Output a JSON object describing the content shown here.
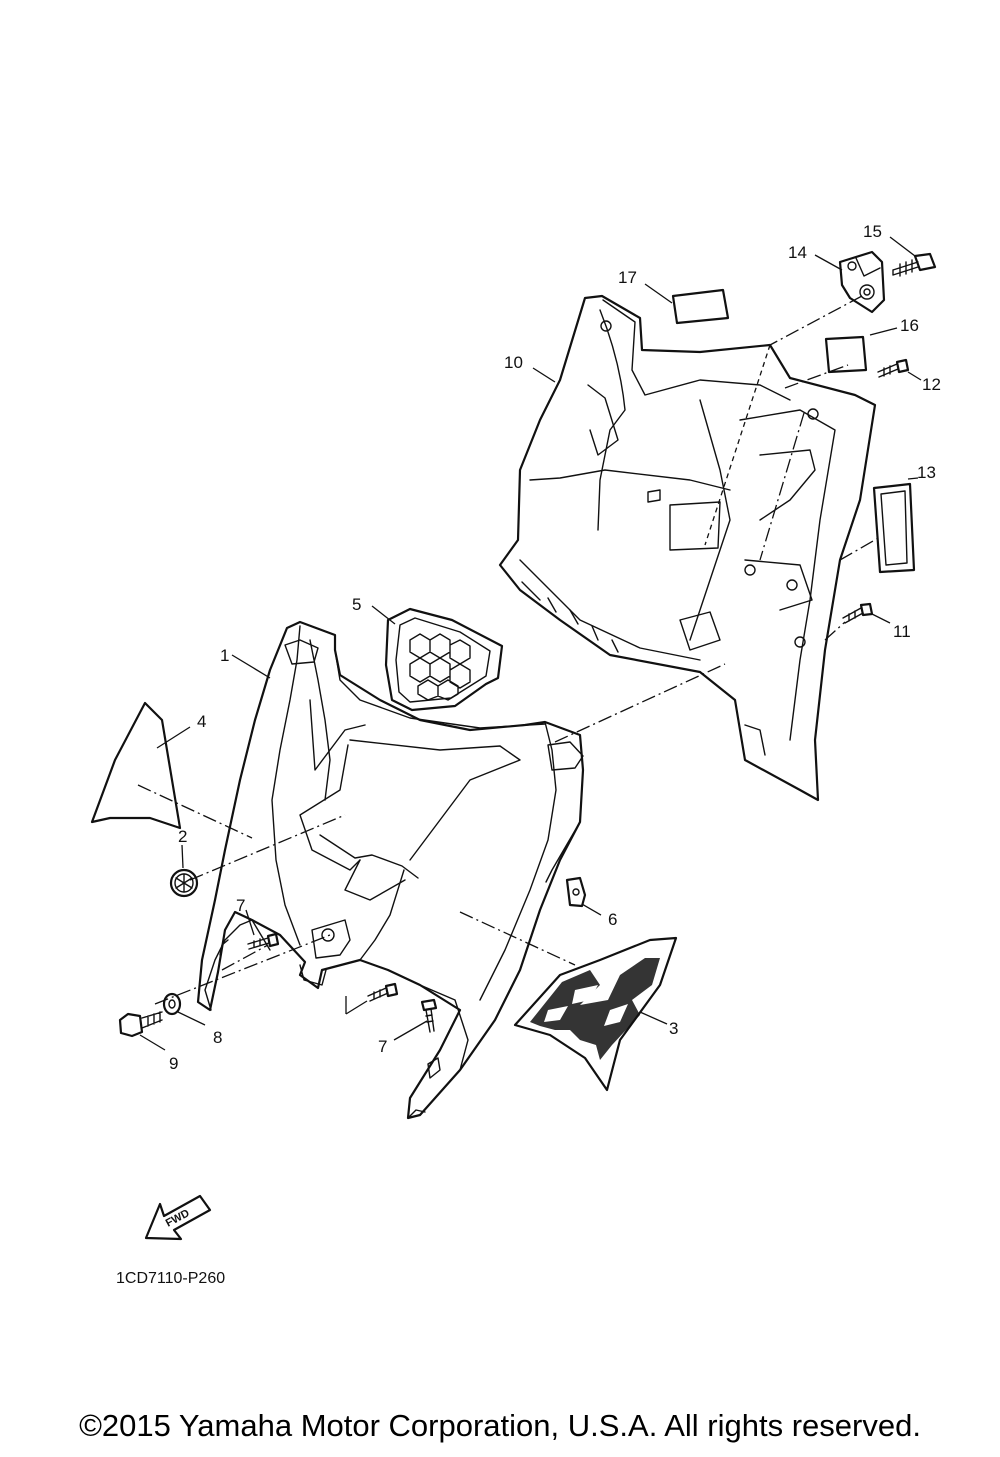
{
  "diagram": {
    "part_numbers": [
      "1",
      "2",
      "3",
      "4",
      "5",
      "6",
      "7",
      "7",
      "8",
      "9",
      "10",
      "11",
      "12",
      "13",
      "14",
      "15",
      "16",
      "17"
    ],
    "fwd_label": "FWD",
    "diagram_code": "1CD7110-P260"
  },
  "footer": {
    "copyright": "©2015 Yamaha Motor Corporation, U.S.A. All rights reserved."
  },
  "colors": {
    "line": "#111111",
    "background": "#ffffff"
  }
}
